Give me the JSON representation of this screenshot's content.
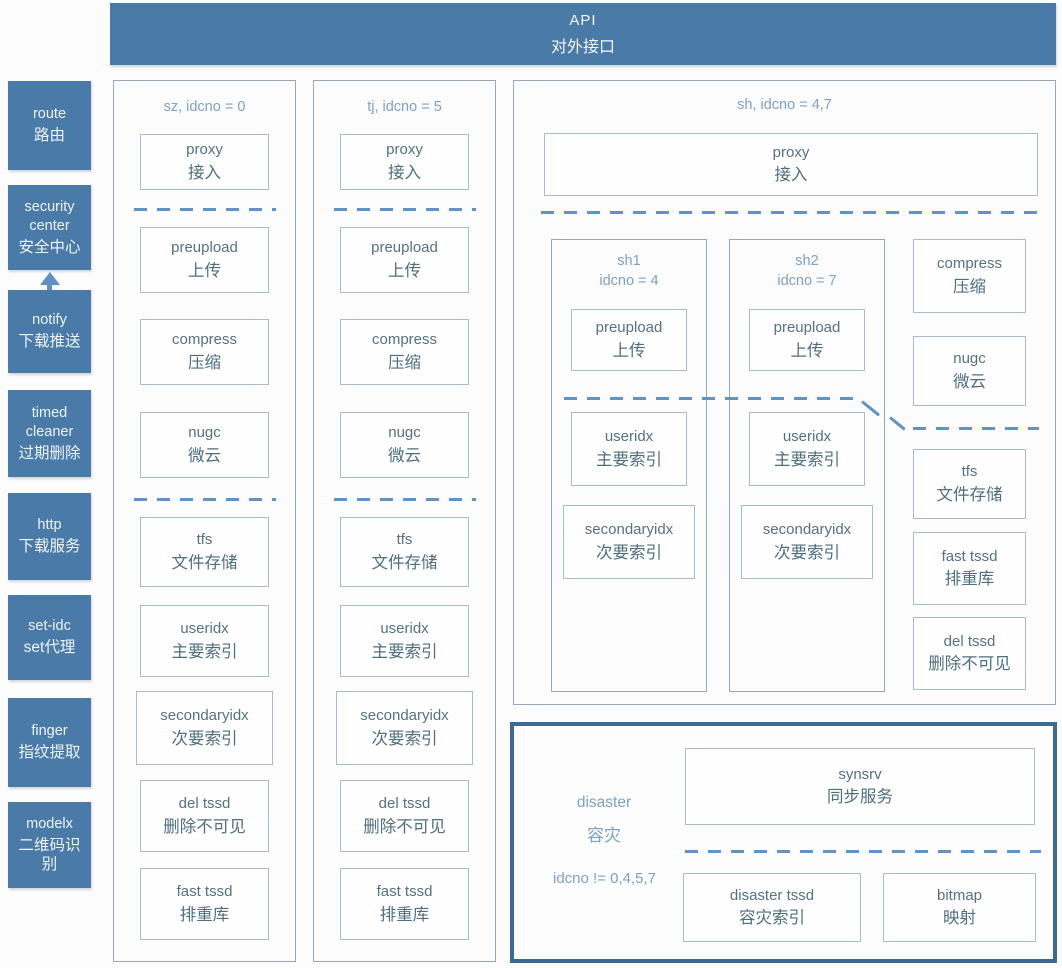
{
  "header": {
    "line1": "API",
    "line2": "对外接口"
  },
  "sidebar": {
    "items": [
      {
        "en": "route",
        "zh": "路由"
      },
      {
        "en": "security center",
        "zh": "安全中心"
      },
      {
        "en": "notify",
        "zh": "下载推送"
      },
      {
        "en": "timed cleaner",
        "zh": "过期删除"
      },
      {
        "en": "http",
        "zh": "下载服务"
      },
      {
        "en": "set-idc",
        "zh": "set代理"
      },
      {
        "en": "finger",
        "zh": "指纹提取"
      },
      {
        "en": "modelx",
        "zh": "二维码识别"
      }
    ]
  },
  "sz": {
    "label": "sz, idcno = 0",
    "proxy": {
      "en": "proxy",
      "zh": "接入"
    },
    "mid": [
      {
        "en": "preupload",
        "zh": "上传"
      },
      {
        "en": "compress",
        "zh": "压缩"
      },
      {
        "en": "nugc",
        "zh": "微云"
      }
    ],
    "store": [
      {
        "en": "tfs",
        "zh": "文件存储"
      },
      {
        "en": "useridx",
        "zh": "主要索引"
      },
      {
        "en": "secondaryidx",
        "zh": "次要索引"
      },
      {
        "en": "del tssd",
        "zh": "删除不可见"
      },
      {
        "en": "fast tssd",
        "zh": "排重库"
      }
    ]
  },
  "tj": {
    "label": "tj, idcno = 5",
    "proxy": {
      "en": "proxy",
      "zh": "接入"
    },
    "mid": [
      {
        "en": "preupload",
        "zh": "上传"
      },
      {
        "en": "compress",
        "zh": "压缩"
      },
      {
        "en": "nugc",
        "zh": "微云"
      }
    ],
    "store": [
      {
        "en": "tfs",
        "zh": "文件存储"
      },
      {
        "en": "useridx",
        "zh": "主要索引"
      },
      {
        "en": "secondaryidx",
        "zh": "次要索引"
      },
      {
        "en": "del tssd",
        "zh": "删除不可见"
      },
      {
        "en": "fast tssd",
        "zh": "排重库"
      }
    ]
  },
  "sh": {
    "label": "sh, idcno = 4,7",
    "proxy": {
      "en": "proxy",
      "zh": "接入"
    },
    "sub1": {
      "name": "sh1",
      "idc": "idcno = 4",
      "nodes": [
        {
          "en": "preupload",
          "zh": "上传"
        },
        {
          "en": "useridx",
          "zh": "主要索引"
        },
        {
          "en": "secondaryidx",
          "zh": "次要索引"
        }
      ]
    },
    "sub2": {
      "name": "sh2",
      "idc": "idcno = 7",
      "nodes": [
        {
          "en": "preupload",
          "zh": "上传"
        },
        {
          "en": "useridx",
          "zh": "主要索引"
        },
        {
          "en": "secondaryidx",
          "zh": "次要索引"
        }
      ]
    },
    "right": [
      {
        "en": "compress",
        "zh": "压缩"
      },
      {
        "en": "nugc",
        "zh": "微云"
      },
      {
        "en": "tfs",
        "zh": "文件存储"
      },
      {
        "en": "fast tssd",
        "zh": "排重库"
      },
      {
        "en": "del tssd",
        "zh": "删除不可见"
      }
    ]
  },
  "disaster": {
    "en": "disaster",
    "zh": "容灾",
    "condition": "idcno != 0,4,5,7",
    "synsrv": {
      "en": "synsrv",
      "zh": "同步服务"
    },
    "nodes": [
      {
        "en": "disaster tssd",
        "zh": "容灾索引"
      },
      {
        "en": "bitmap",
        "zh": "映射"
      }
    ]
  },
  "colors": {
    "solid_fill": "#4a7aa7",
    "dash_line": "#5f92c8",
    "node_border": "#a9bccd",
    "frame_border": "#95a7b9",
    "disaster_border": "#3c6a96",
    "light_label_text": "#7da2c4",
    "node_text": "#56727f"
  }
}
